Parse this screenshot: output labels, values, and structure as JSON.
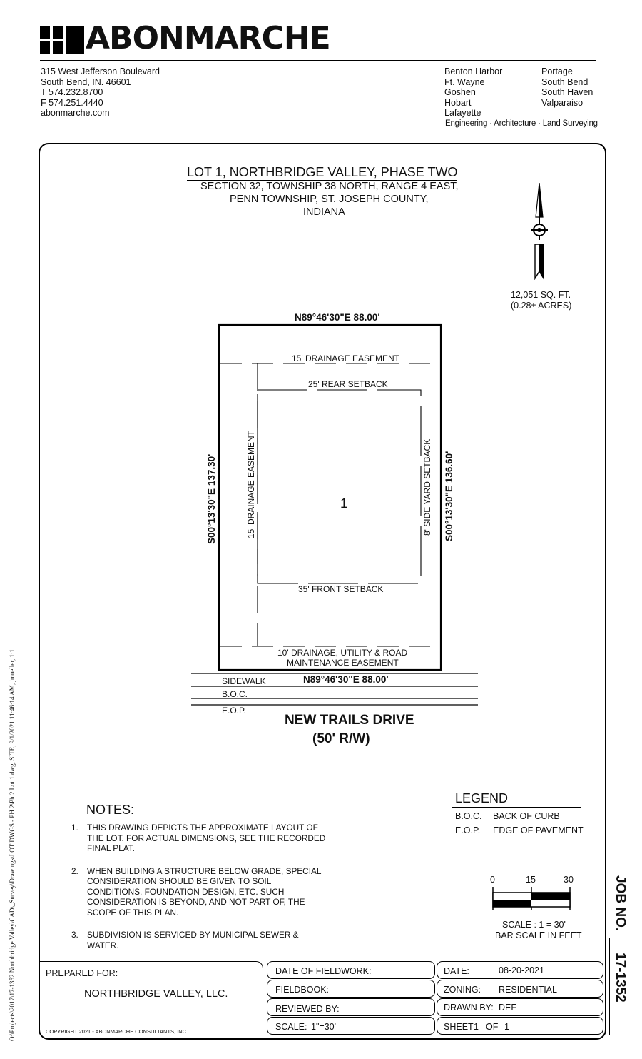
{
  "header": {
    "logo_text": "ABONMARCHE",
    "address_lines": [
      "315 West Jefferson Boulevard",
      "South Bend, IN. 46601",
      "T 574.232.8700",
      "F 574.251.4440",
      "abonmarche.com"
    ],
    "offices_col1": [
      "Benton Harbor",
      "Ft. Wayne",
      "Goshen",
      "Hobart",
      "Lafayette"
    ],
    "offices_col2": [
      "Portage",
      "South Bend",
      "South Haven",
      "Valparaiso"
    ],
    "services": "Engineering · Architecture · Land Surveying"
  },
  "plan": {
    "title": "LOT 1,  NORTHBRIDGE VALLEY, PHASE TWO",
    "subtitle_lines": [
      "SECTION 32, TOWNSHIP 38 NORTH, RANGE 4 EAST,",
      "PENN TOWNSHIP, ST. JOSEPH COUNTY,",
      "INDIANA"
    ],
    "area_line1": "12,051 SQ. FT.",
    "area_line2": "(0.28± ACRES)",
    "top_bearing": "N89°46'30\"E 88.00'",
    "bottom_bearing": "N89°46'30\"E 88.00'",
    "left_bearing": "S00°13'30\"E  137.30'",
    "right_bearing": "S00°13'30\"E  136.60'",
    "rear_easement": "15' DRAINAGE EASEMENT",
    "rear_setback": "25' REAR SETBACK",
    "side_easement": "15' DRAINAGE EASEMENT",
    "side_setback": "8' SIDE YARD SETBACK",
    "front_setback": "35' FRONT SETBACK",
    "front_easement_line1": "10' DRAINAGE, UTILITY & ROAD",
    "front_easement_line2": "MAINTENANCE EASEMENT",
    "lot_number": "1",
    "sidewalk": "SIDEWALK",
    "boc": "B.O.C.",
    "eop": "E.O.P.",
    "road_name": "NEW TRAILS DRIVE",
    "road_row": "(50' R/W)"
  },
  "notes": {
    "heading": "NOTES:",
    "items": [
      {
        "num": "1.",
        "text": "THIS DRAWING DEPICTS THE APPROXIMATE LAYOUT OF THE LOT.  FOR ACTUAL DIMENSIONS, SEE THE RECORDED FINAL PLAT."
      },
      {
        "num": "2.",
        "text": "WHEN BUILDING A STRUCTURE BELOW GRADE, SPECIAL CONSIDERATION SHOULD BE GIVEN TO SOIL CONDITIONS, FOUNDATION DESIGN, ETC.  SUCH CONSIDERATION IS BEYOND, AND NOT PART OF, THE SCOPE OF THIS PLAN."
      },
      {
        "num": "3.",
        "text": "SUBDIVISION IS SERVICED BY MUNICIPAL SEWER & WATER."
      }
    ]
  },
  "legend": {
    "heading": "LEGEND",
    "items": [
      {
        "abbr": "B.O.C.",
        "desc": "BACK OF CURB"
      },
      {
        "abbr": "E.O.P.",
        "desc": "EDGE OF PAVEMENT"
      }
    ]
  },
  "scale_bar": {
    "ticks": [
      "0",
      "15",
      "30"
    ],
    "scale_text": "SCALE : 1 = 30'",
    "bar_text": "BAR SCALE IN FEET"
  },
  "job": {
    "label": "JOB NO.",
    "number": "17-1352"
  },
  "side_path": "O:\\Projects\\2017\\17-1352 Northbridge Valley\\CAD\\_Survey\\Drawings\\LOT DWGS - PH 2\\Ph 2 Lot 1.dwg, SITE, 9/1/2021 11:46:14 AM, jmueller, 1:1",
  "title_block": {
    "prepared_for_label": "PREPARED FOR:",
    "client": "NORTHBRIDGE VALLEY, LLC.",
    "copyright": "COPYRIGHT 2021 - ABONMARCHE CONSULTANTS, INC.",
    "fieldwork_label": "DATE OF FIELDWORK:",
    "fieldbook_label": "FIELDBOOK:",
    "reviewed_label": "REVIEWED BY:",
    "scale_label": "SCALE:",
    "scale_value": "1\"=30'",
    "date_label": "DATE:",
    "date_value": "08-20-2021",
    "zoning_label": "ZONING:",
    "zoning_value": "RESIDENTIAL",
    "drawn_label": "DRAWN BY:",
    "drawn_value": "DEF",
    "sheet_label": "SHEET",
    "sheet_num": "1",
    "sheet_of": "OF",
    "sheet_total": "1"
  }
}
